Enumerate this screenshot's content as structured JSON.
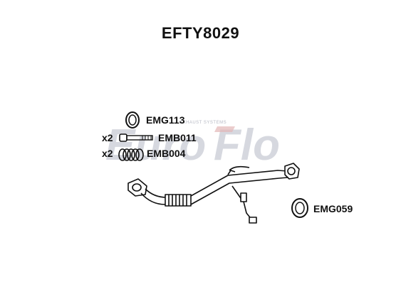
{
  "title": "EFTY8029",
  "watermark": {
    "brand_part1": "Euro",
    "brand_part2": "Flo",
    "tagline": "EXHAUST SYSTEMS",
    "color": "#cfd2da",
    "accent": "#e2b7b7"
  },
  "parts": [
    {
      "code": "EMG113",
      "qty": ""
    },
    {
      "code": "EMB011",
      "qty": "x2"
    },
    {
      "code": "EMB004",
      "qty": "x2"
    },
    {
      "code": "EMG059",
      "qty": ""
    }
  ]
}
